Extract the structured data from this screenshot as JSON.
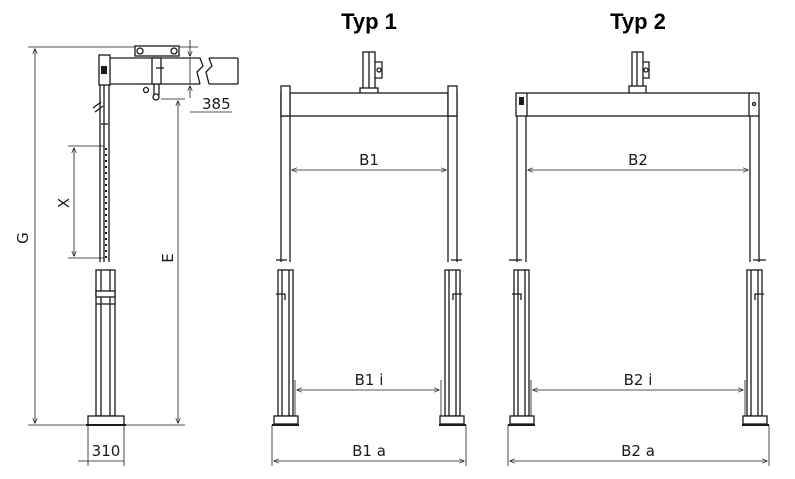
{
  "titles": {
    "type1": "Typ 1",
    "type2": "Typ 2"
  },
  "side_view": {
    "dim_total_height": "G",
    "dim_adjust_range": "X",
    "dim_clear_height": "E",
    "dim_arm": "385",
    "dim_foot": "310"
  },
  "type1": {
    "dim_width": "B1",
    "dim_inner": "B1 i",
    "dim_outer": "B1 a"
  },
  "type2": {
    "dim_width": "B2",
    "dim_inner": "B2 i",
    "dim_outer": "B2 a"
  },
  "colors": {
    "line": "#1a1a1a",
    "background": "#ffffff"
  }
}
